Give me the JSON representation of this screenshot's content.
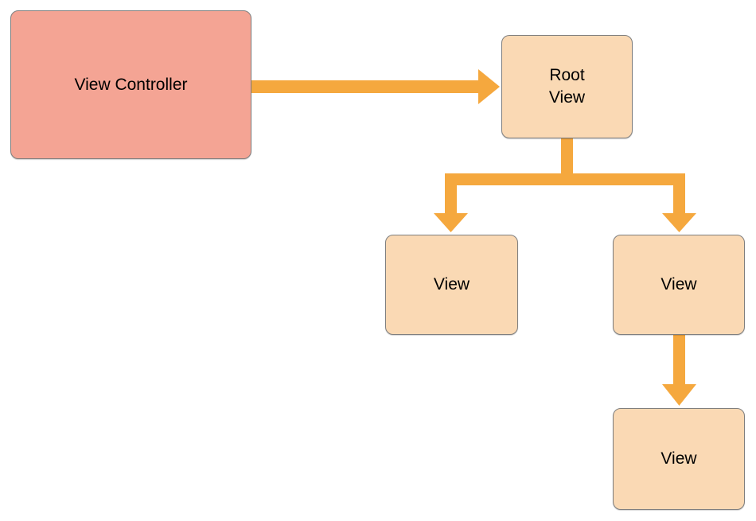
{
  "diagram": {
    "type": "flow-diagram",
    "nodes": [
      {
        "id": "view-controller",
        "label": "View Controller",
        "kind": "controller"
      },
      {
        "id": "root-view",
        "label": "Root\nView",
        "kind": "view"
      },
      {
        "id": "view-left",
        "label": "View",
        "kind": "view"
      },
      {
        "id": "view-right",
        "label": "View",
        "kind": "view"
      },
      {
        "id": "view-bottom",
        "label": "View",
        "kind": "view"
      }
    ],
    "edges": [
      {
        "from": "view-controller",
        "to": "root-view"
      },
      {
        "from": "root-view",
        "to": "view-left"
      },
      {
        "from": "root-view",
        "to": "view-right"
      },
      {
        "from": "view-right",
        "to": "view-bottom"
      }
    ]
  },
  "colors": {
    "controller_fill": "#F4A494",
    "view_fill": "#FAD9B4",
    "arrow": "#F5A83E",
    "border": "#7F7F7F",
    "text": "#000000",
    "background": "#FFFFFF"
  }
}
